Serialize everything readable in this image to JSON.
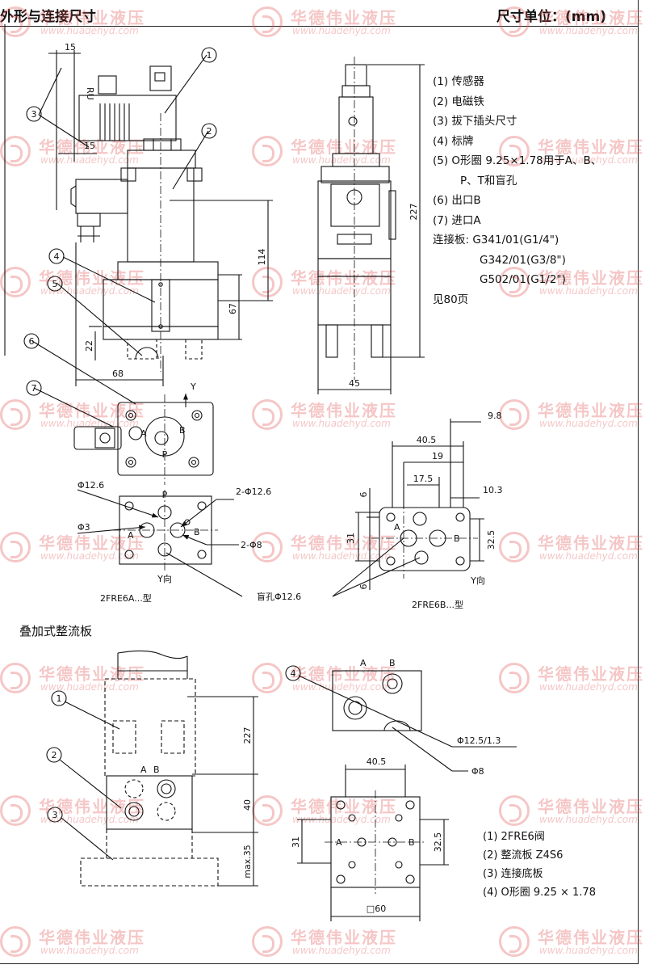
{
  "header": {
    "title": "外形与连接尺寸",
    "unit": "尺寸单位：(mm)"
  },
  "watermark": {
    "text": "华德伟业液压",
    "url": "www.huadehyd.com",
    "color": "#e25555"
  },
  "legend_top": [
    "(1) 传感器",
    "(2) 电磁铁",
    "(3) 拔下插头尺寸",
    "(4) 标牌",
    "(5) O形圈 9.25×1.78用于A、B、",
    "P、T和盲孔",
    "(6) 出口B",
    "(7) 进口A",
    "连接板: G341/01(G1/4\")",
    "G342/01(G3/8\")",
    "G502/01(G1/2\")",
    "见80页"
  ],
  "front_view": {
    "callouts": [
      "1",
      "2",
      "3",
      "4",
      "5",
      "6",
      "7"
    ],
    "dims": {
      "top15": "15",
      "side15": "15",
      "d114": "114",
      "d67": "67",
      "d22": "22",
      "d68": "68",
      "rotated_ru": "RU"
    }
  },
  "side_view": {
    "dims": {
      "d227": "227",
      "d45": "45"
    }
  },
  "port_view": {
    "ports": {
      "p": "P",
      "a": "A",
      "b": "B",
      "y": "Y"
    }
  },
  "type_a": {
    "labels": {
      "phi126": "Φ12.6",
      "phi3": "Φ3",
      "two_phi126": "2-Φ12.6",
      "two_phi8": "2-Φ8",
      "y_dir": "Y向",
      "blind": "盲孔Φ12.6",
      "type": "2FRE6A...型",
      "p": "P",
      "a": "A",
      "b": "B"
    }
  },
  "type_b": {
    "dims": {
      "d98": "9.8",
      "d405": "40.5",
      "d19": "19",
      "d175": "17.5",
      "d103": "10.3",
      "d6a": "6",
      "d31": "31",
      "d6b": "6",
      "d325": "32.5"
    },
    "labels": {
      "y_dir": "Y向",
      "type": "2FRE6B...型",
      "a": "A",
      "b": "B"
    }
  },
  "section2": {
    "title": "叠加式整流板"
  },
  "stack_view": {
    "callouts": [
      "1",
      "2",
      "3"
    ],
    "dims": {
      "d227": "227",
      "d40": "40",
      "max35": "max.35"
    },
    "ports": {
      "a": "A",
      "b": "B"
    }
  },
  "plate_top": {
    "callout": "4",
    "ports": {
      "a": "A",
      "b": "B"
    },
    "labels": {
      "phi125": "Φ12.5/1.3",
      "phi8": "Φ8"
    }
  },
  "plate_face": {
    "dims": {
      "d405": "40.5",
      "d31": "31",
      "d325": "32.5",
      "d60": "□60"
    },
    "ports": {
      "a": "A",
      "b": "B"
    }
  },
  "legend_bottom": [
    "(1) 2FRE6阀",
    "(2) 整流板 Z4S6",
    "(3) 连接底板",
    "(4) O形圈 9.25 × 1.78"
  ]
}
